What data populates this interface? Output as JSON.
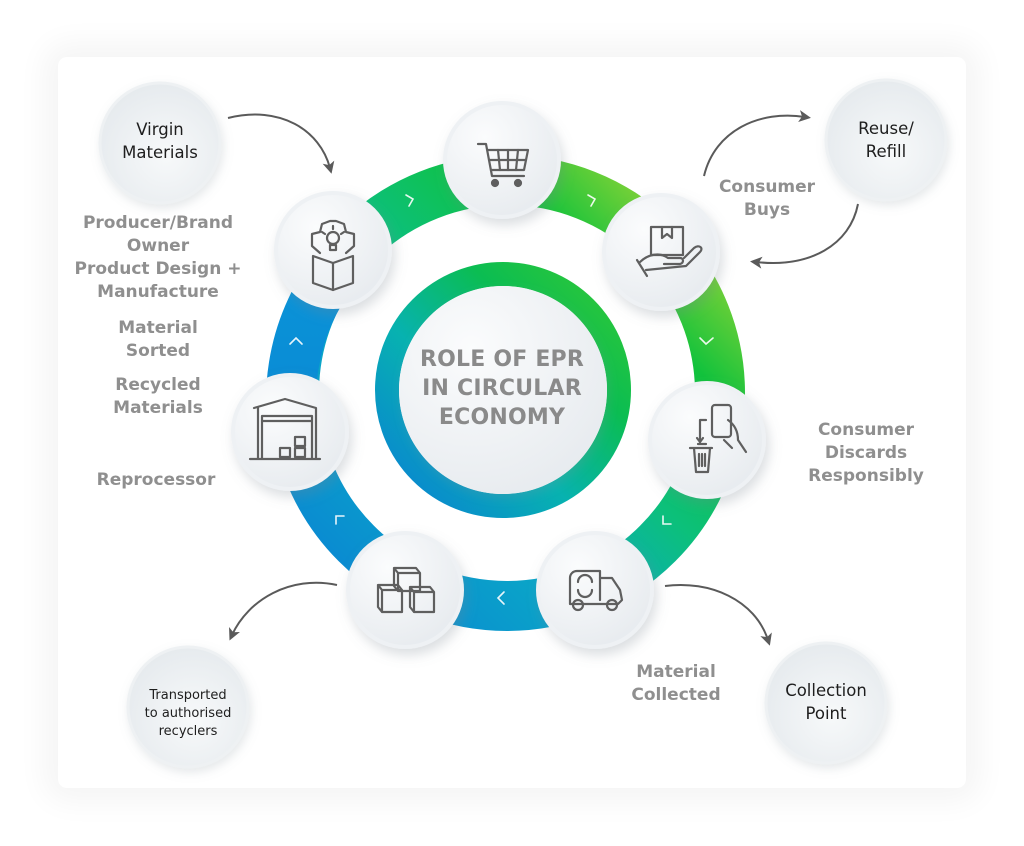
{
  "title": {
    "lines": [
      "ROLE OF EPR",
      "IN CIRCULAR",
      "ECONOMY"
    ]
  },
  "colors": {
    "ring_blue": "#0a86d3",
    "ring_teal": "#0bbfb0",
    "ring_green": "#0cc04a",
    "ring_lime": "#b6d930",
    "label_gray": "#8f8f8f",
    "icon_gray": "#5f5f5f",
    "bubble_text": "#1e1e1e"
  },
  "cycle_steps": [
    {
      "id": "producer",
      "icon": "gear-lightbulb-box-icon",
      "label_lines": [
        "Producer/Brand",
        "Owner",
        "Product Design +",
        "Manufacture"
      ]
    },
    {
      "id": "purchase",
      "icon": "shopping-cart-icon",
      "label_lines": []
    },
    {
      "id": "consumer-buys",
      "icon": "hand-holding-box-icon",
      "label_lines": [
        "Consumer",
        "Buys"
      ]
    },
    {
      "id": "consumer-discards",
      "icon": "phone-to-trash-icon",
      "label_lines": [
        "Consumer",
        "Discards",
        "Responsibly"
      ]
    },
    {
      "id": "material-collected",
      "icon": "recycling-truck-icon",
      "label_lines": [
        "Material",
        "Collected"
      ]
    },
    {
      "id": "material-sorted",
      "icon": "stacked-boxes-icon",
      "label_lines": [
        "Material",
        "Sorted"
      ]
    },
    {
      "id": "reprocessor",
      "icon": "warehouse-icon",
      "label_lines": [
        "Reprocessor"
      ]
    }
  ],
  "side_labels": {
    "producer": [
      "Producer/Brand",
      "Owner",
      "Product Design +",
      "Manufacture"
    ],
    "material_sorted": [
      "Material",
      "Sorted"
    ],
    "recycled_materials": [
      "Recycled",
      "Materials"
    ],
    "reprocessor": "Reprocessor",
    "consumer_buys": [
      "Consumer",
      "Buys"
    ],
    "consumer_discards": [
      "Consumer",
      "Discards",
      "Responsibly"
    ],
    "material_collected": [
      "Material",
      "Collected"
    ]
  },
  "external_nodes": {
    "virgin_materials": [
      "Virgin",
      "Materials"
    ],
    "reuse_refill": [
      "Reuse/",
      "Refill"
    ],
    "collection_point": [
      "Collection",
      "Point"
    ],
    "transported": [
      "Transported",
      "to authorised",
      "recyclers"
    ]
  },
  "ring_arrows": [
    ">",
    ">",
    "v",
    "L",
    "<",
    "⌐",
    "^"
  ]
}
